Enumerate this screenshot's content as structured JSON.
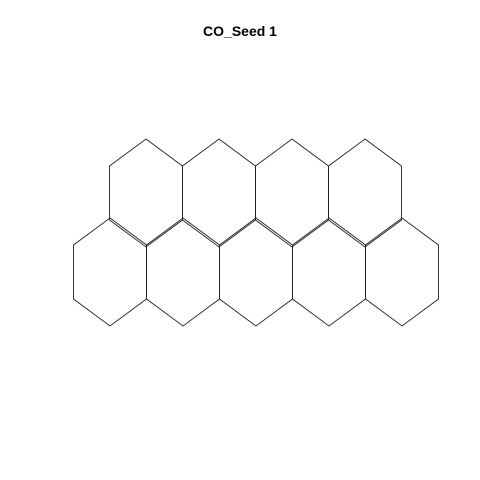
{
  "title": "CO_Seed 1",
  "colors": {
    "background": "#ffffff",
    "stroke": "#222222",
    "title": "#000000"
  },
  "grid": {
    "shape": "hexagon",
    "orientation": "pointy-top",
    "rows": [
      {
        "cells": 4,
        "offset": "right"
      },
      {
        "cells": 5,
        "offset": "left"
      }
    ]
  }
}
